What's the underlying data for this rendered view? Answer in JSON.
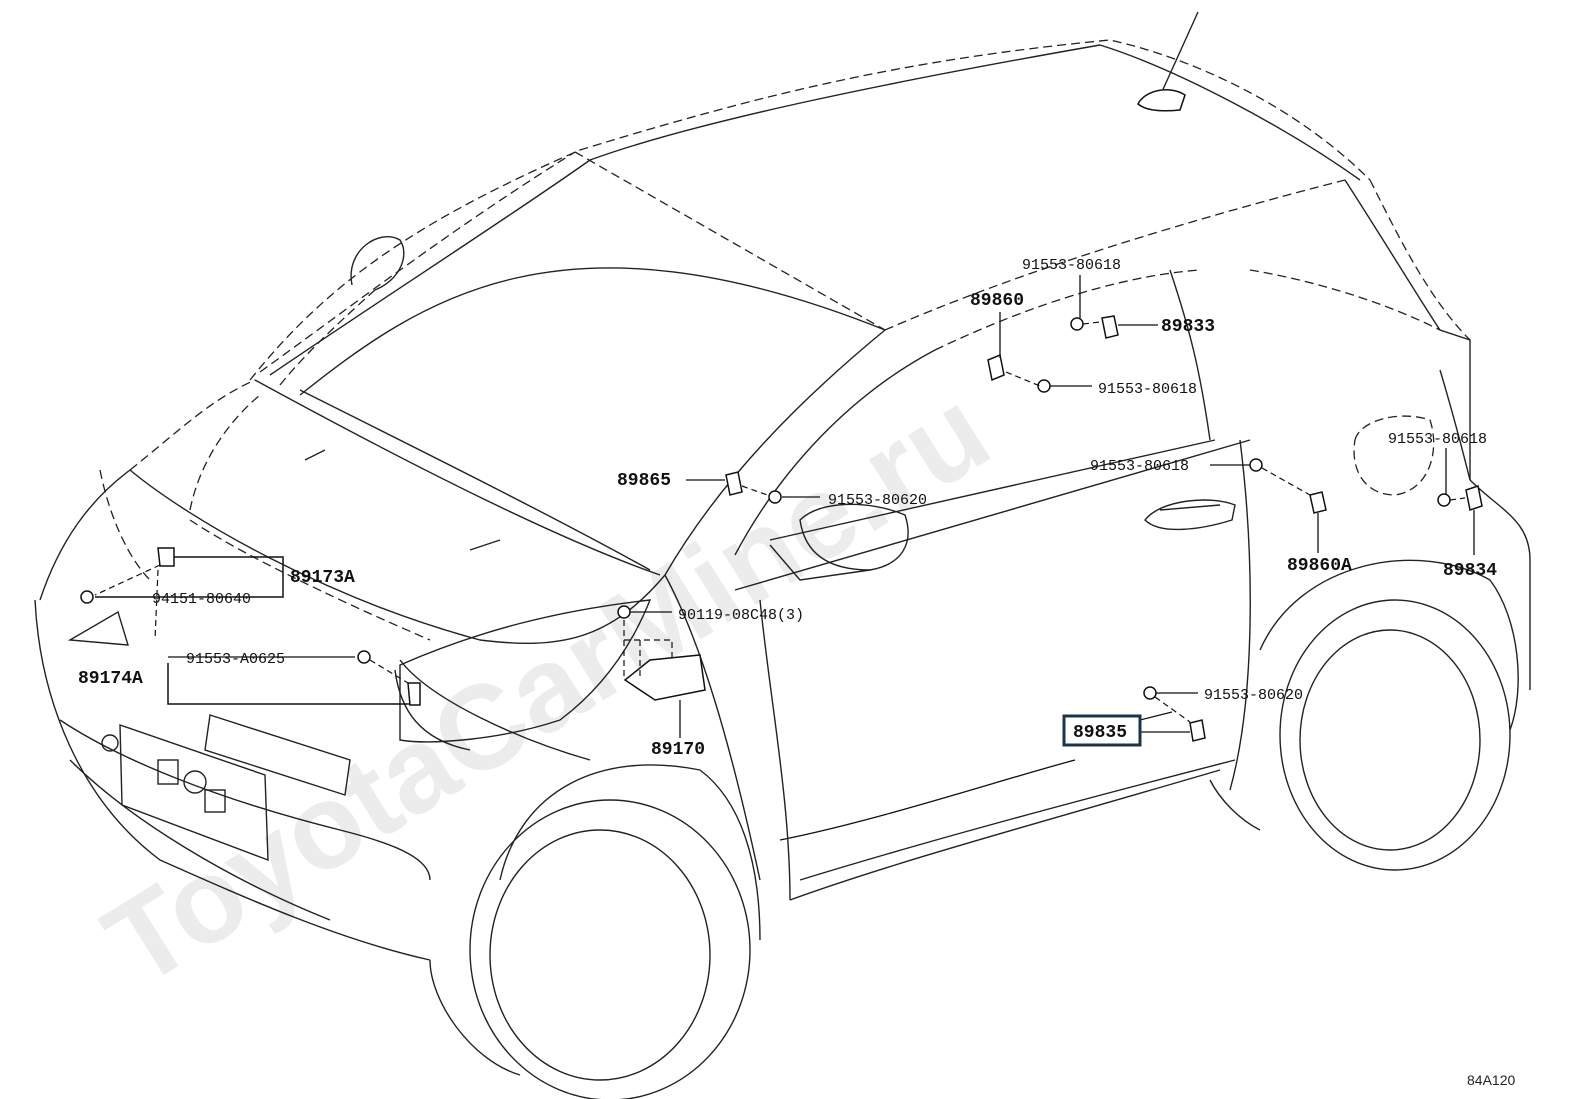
{
  "watermark": "ToyotaCarMine.ru",
  "diagram_code": "84A120",
  "highlight_color": "#1c3447",
  "labels": {
    "p89173A": "89173A",
    "p94151": "94151-80640",
    "p89174A": "89174A",
    "p91553A0625": "91553-A0625",
    "p89865": "89865",
    "p91553_80620_top": "91553-80620",
    "p90119": "90119-08C48(3)",
    "p89170": "89170",
    "p89860": "89860",
    "p91553_80618_a": "91553-80618",
    "p89833": "89833",
    "p91553_80618_b": "91553-80618",
    "p91553_80618_c": "91553-80618",
    "p89860A": "89860A",
    "p91553_80618_d": "91553-80618",
    "p89834": "89834",
    "p91553_80620_bottom": "91553-80620",
    "p89835": "89835"
  }
}
